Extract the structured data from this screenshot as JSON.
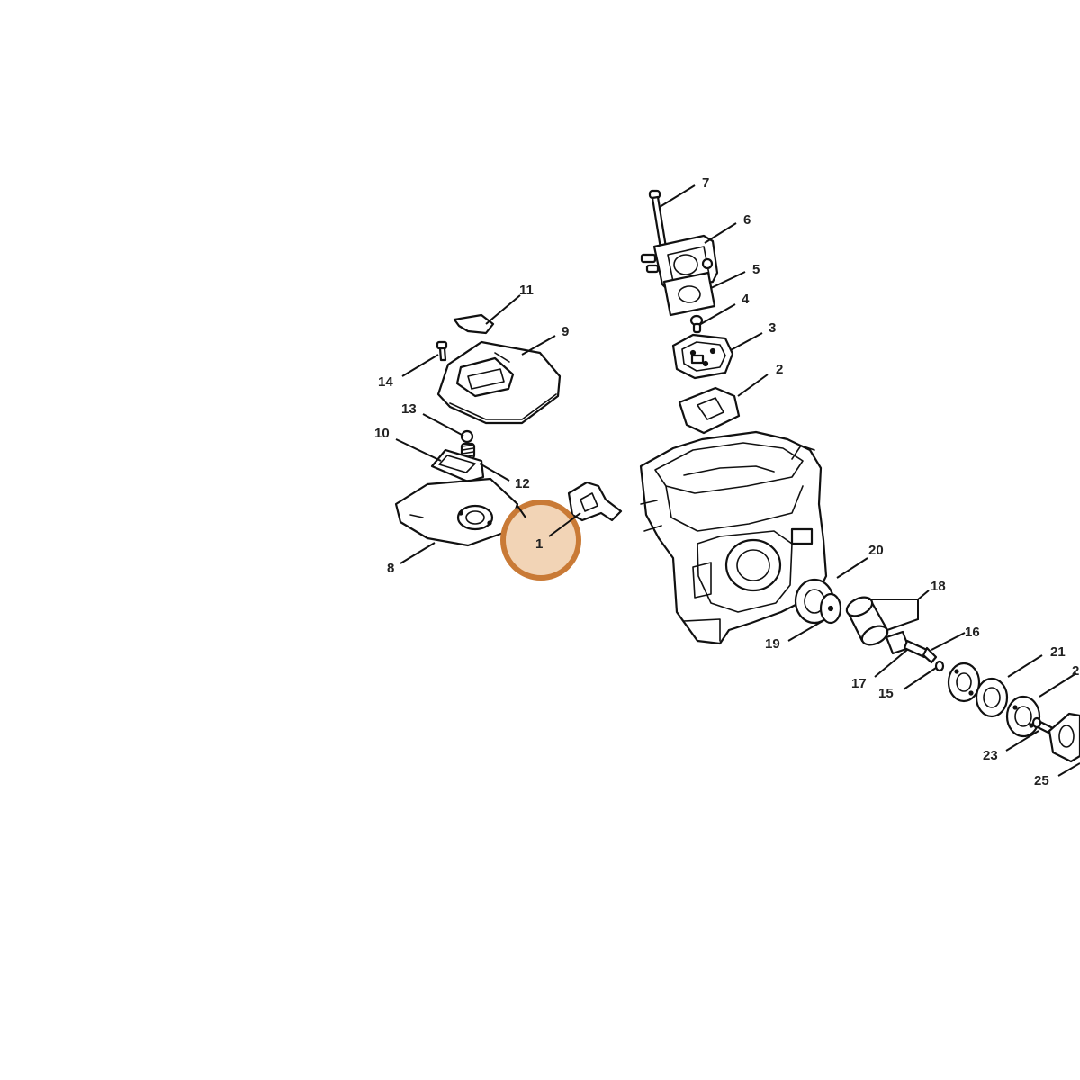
{
  "diagram": {
    "highlight": {
      "part_number": "1",
      "fill_color": "#f2d4b6",
      "stroke_color": "#c97a36"
    },
    "callouts": [
      {
        "id": "c1",
        "label": "1"
      },
      {
        "id": "c2",
        "label": "2"
      },
      {
        "id": "c3",
        "label": "3"
      },
      {
        "id": "c4",
        "label": "4"
      },
      {
        "id": "c5",
        "label": "5"
      },
      {
        "id": "c6",
        "label": "6"
      },
      {
        "id": "c7",
        "label": "7"
      },
      {
        "id": "c8",
        "label": "8"
      },
      {
        "id": "c9",
        "label": "9"
      },
      {
        "id": "c10",
        "label": "10"
      },
      {
        "id": "c11",
        "label": "11"
      },
      {
        "id": "c12",
        "label": "12"
      },
      {
        "id": "c13",
        "label": "13"
      },
      {
        "id": "c14",
        "label": "14"
      },
      {
        "id": "c15",
        "label": "15"
      },
      {
        "id": "c16",
        "label": "16"
      },
      {
        "id": "c17",
        "label": "17"
      },
      {
        "id": "c18",
        "label": "18"
      },
      {
        "id": "c19",
        "label": "19"
      },
      {
        "id": "c20",
        "label": "20"
      },
      {
        "id": "c21",
        "label": "21"
      },
      {
        "id": "c22",
        "label": "2"
      },
      {
        "id": "c23",
        "label": "23"
      },
      {
        "id": "c25",
        "label": "25"
      }
    ]
  }
}
